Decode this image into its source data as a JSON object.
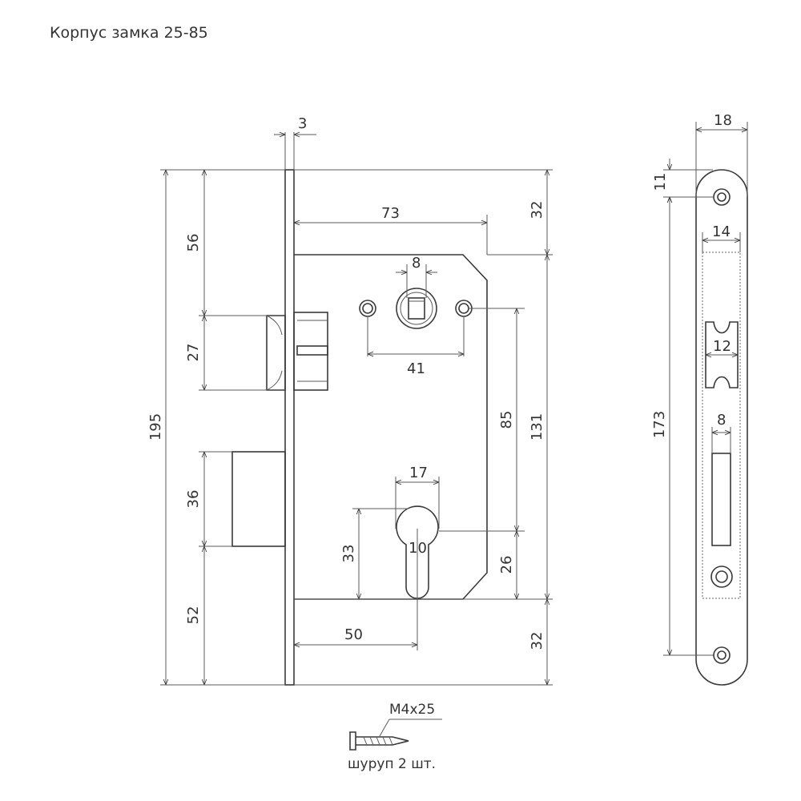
{
  "title": "Корпус замка 25-85",
  "front_view": {
    "dims": {
      "faceplate_thickness": "3",
      "backset_top": "73",
      "spindle_square": "8",
      "mount_holes_spacing": "41",
      "cylinder_width": "17",
      "cylinder_pin": "10",
      "backset_bottom": "50",
      "height_total": "195",
      "top_to_latch": "56",
      "latch_height": "27",
      "deadbolt_height": "36",
      "bottom_to_deadbolt": "52",
      "cylinder_height": "33",
      "top_margin": "32",
      "body_height": "131",
      "center_distance": "85",
      "cylinder_to_bottom": "26",
      "bottom_margin": "32"
    }
  },
  "side_view": {
    "dims": {
      "faceplate_width": "18",
      "hole_offset": "11",
      "cutout_width": "14",
      "latch_window": "12",
      "bolt_window": "8",
      "screw_spacing": "173"
    }
  },
  "screw": {
    "size": "M4x25",
    "note": "шуруп 2 шт."
  }
}
